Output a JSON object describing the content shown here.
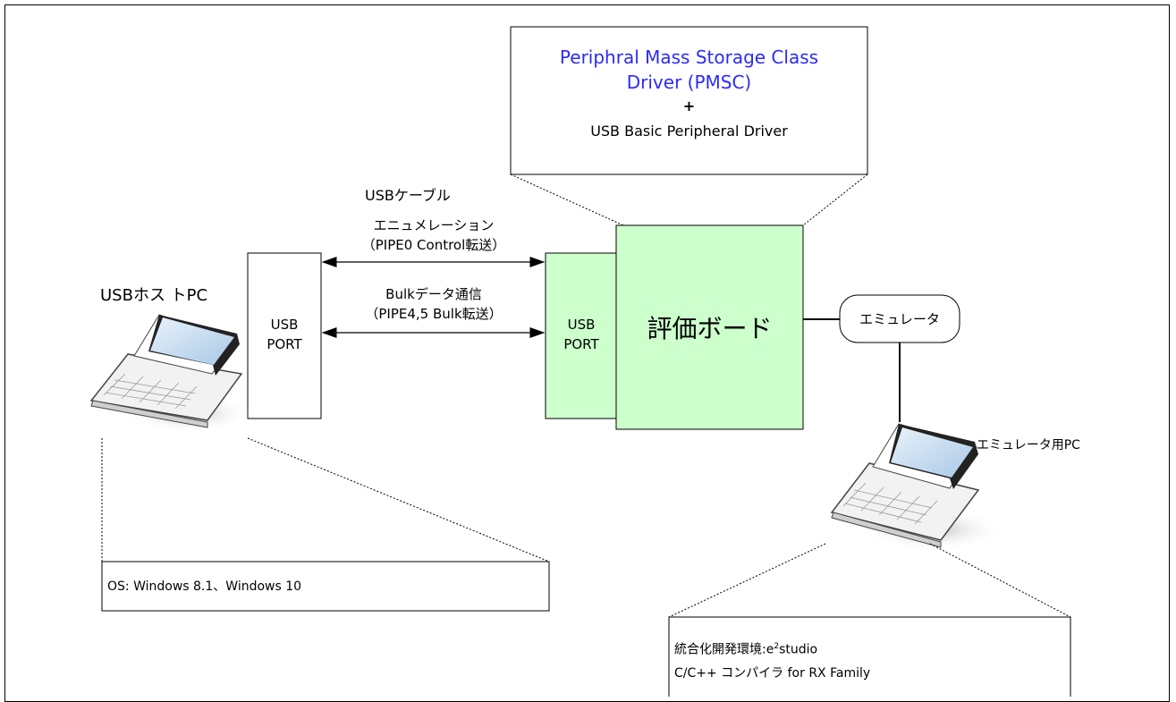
{
  "driver_box": {
    "line1": "Periphral Mass Storage Class",
    "line2": "Driver (PMSC)",
    "plus": "+",
    "line3": "USB Basic Peripheral Driver",
    "highlight_color": "#2a2aff"
  },
  "cable_label": "USBケーブル",
  "enum_label": "エニュメレーション",
  "enum_sub": "（PIPE0 Control転送）",
  "bulk_label": "Bulkデータ通信",
  "bulk_sub": "（PIPE4,5 Bulk転送）",
  "host_pc_label": "USBホス トPC",
  "host_port": {
    "line1": "USB",
    "line2": "PORT"
  },
  "board_port": {
    "line1": "USB",
    "line2": "PORT"
  },
  "board_label": "評価ボード",
  "emulator_label": "エミュレータ",
  "emulator_pc_label": "エミュレータ用PC",
  "os_box_text": "OS: Windows 8.1、Windows 10",
  "ide_box": {
    "line1_prefix": "統合化開発環境:e",
    "line1_sup": "2",
    "line1_suffix": "studio",
    "line2": "C/C++ コンパイラ for RX Family"
  },
  "colors": {
    "board_fill": "#ccffcc",
    "frame": "#000000"
  },
  "icons": {
    "host_pc": "laptop-icon",
    "emulator_pc": "laptop-icon"
  }
}
